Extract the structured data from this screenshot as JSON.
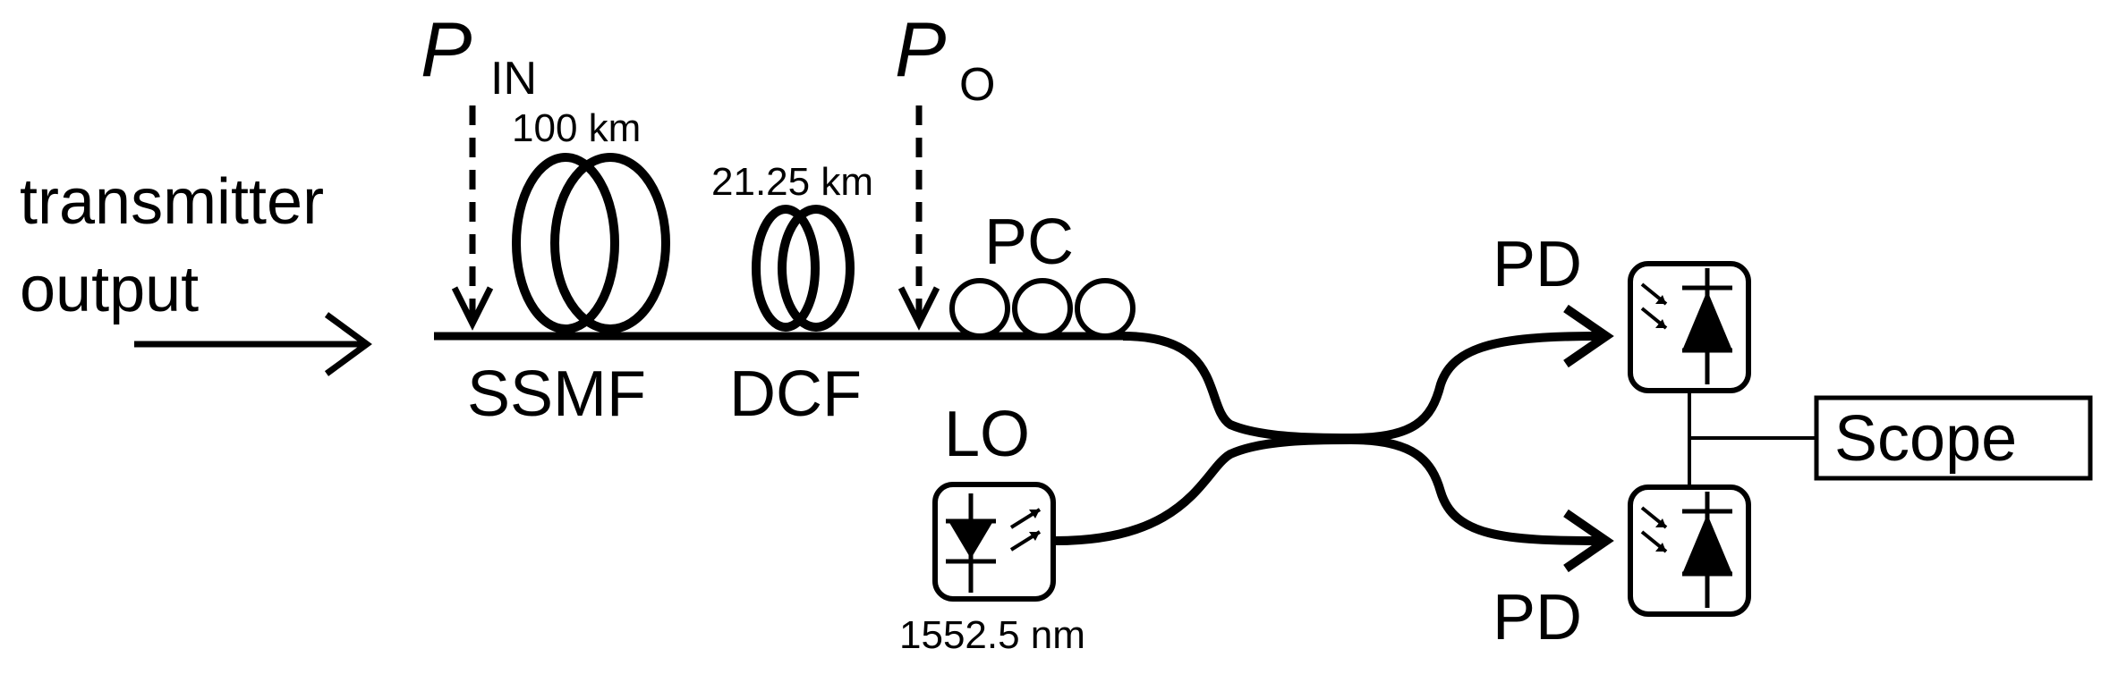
{
  "colors": {
    "line": "#000000",
    "background": "#ffffff"
  },
  "labels": {
    "input_text_line1": "transmitter",
    "input_text_line2": "output",
    "p_in_symbol": "P",
    "p_in_sub": "IN",
    "p_o_symbol": "P",
    "p_o_sub": "O",
    "ssmf_length": "100 km",
    "ssmf_name": "SSMF",
    "dcf_length": "21.25 km",
    "dcf_name": "DCF",
    "pc_name": "PC",
    "lo_name": "LO",
    "lo_wavelength": "1552.5 nm",
    "pd_top": "PD",
    "pd_bottom": "PD",
    "scope": "Scope"
  },
  "icons": {
    "photodiode": "photodiode-icon",
    "laser": "laser-diode-icon",
    "coupler": "fiber-coupler-icon",
    "fiber_coil": "fiber-coil-icon"
  }
}
